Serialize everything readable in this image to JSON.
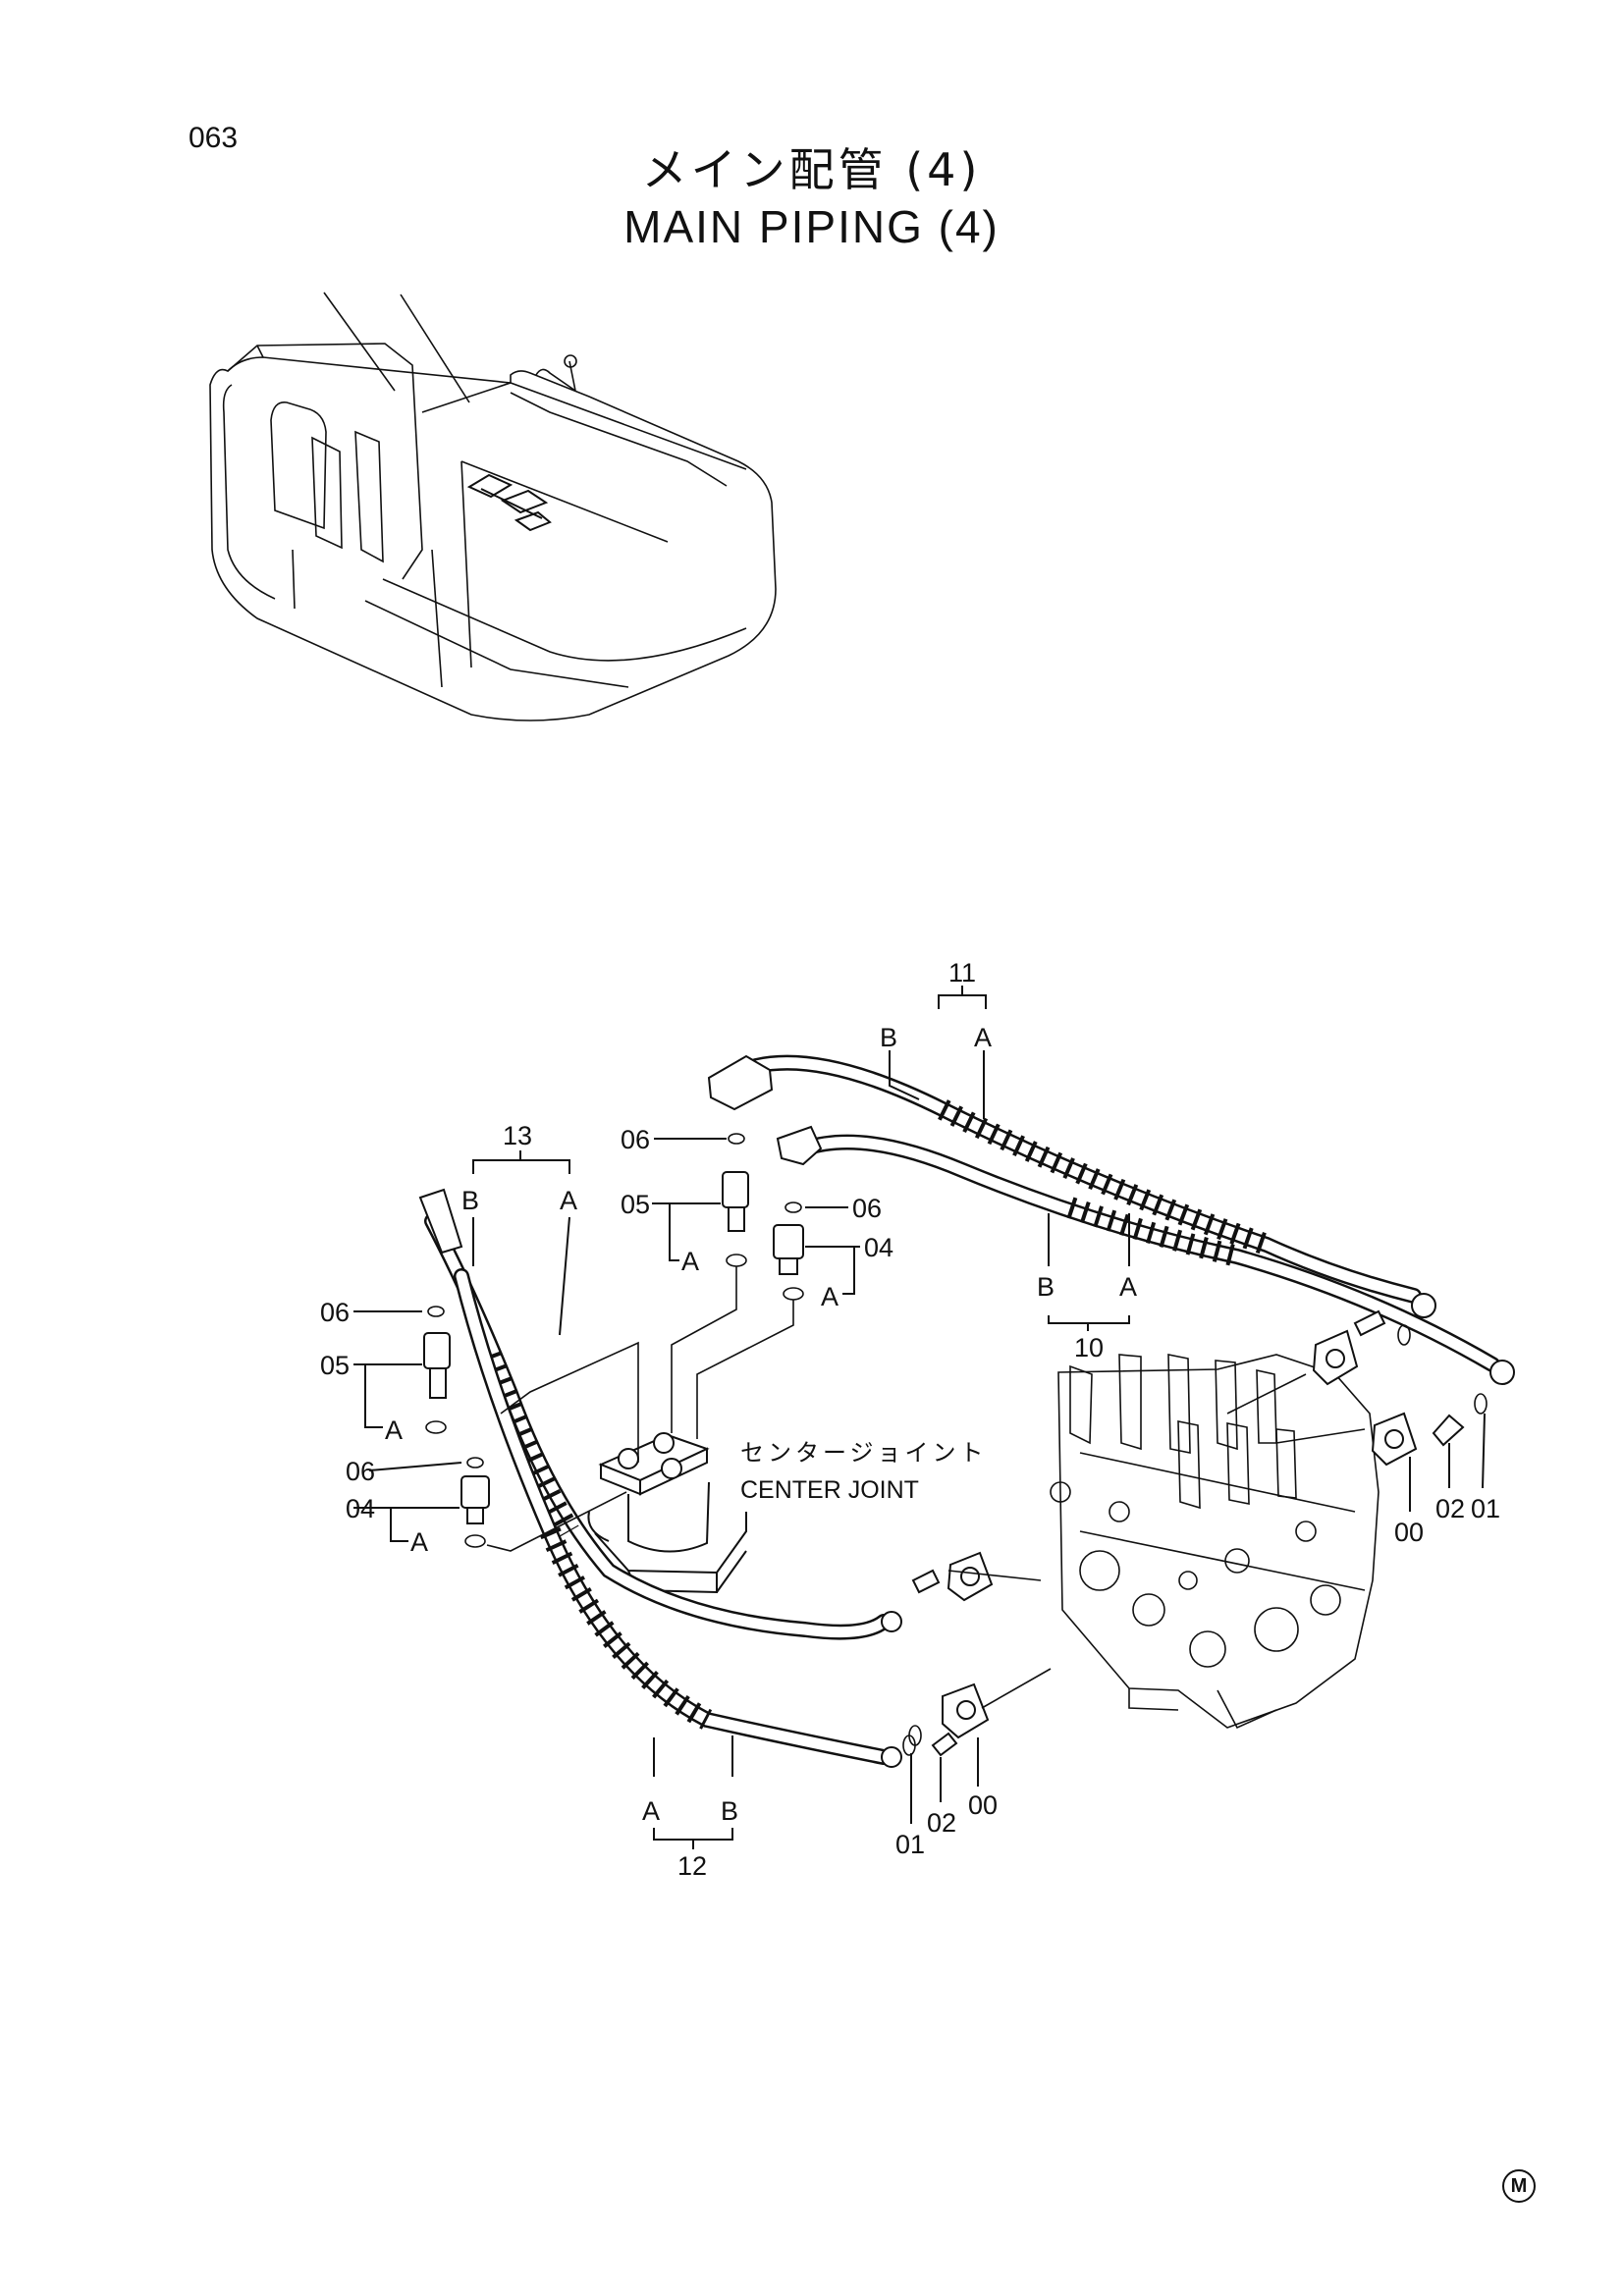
{
  "page_number": "063",
  "title_jp": "メイン配管 (4)",
  "title_en": "MAIN PIPING (4)",
  "callouts": {
    "p00a": "00",
    "p00b": "00",
    "p01a": "01",
    "p01b": "01",
    "p02a": "02",
    "p02b": "02",
    "p04a": "04",
    "p04b": "04",
    "p05a": "05",
    "p05b": "05",
    "p06a": "06",
    "p06b": "06",
    "p06c": "06",
    "p06d": "06",
    "p10": "10",
    "p11": "11",
    "p12": "12",
    "p13": "13"
  },
  "ends": {
    "a1": "A",
    "a2": "A",
    "a3": "A",
    "a4": "A",
    "a5": "A",
    "a6": "A",
    "a7": "A",
    "a8": "A",
    "b1": "B",
    "b2": "B",
    "b3": "B",
    "b4": "B"
  },
  "center_joint": {
    "jp": "センタージョイント",
    "en": "CENTER JOINT"
  },
  "logo_mark": "M"
}
